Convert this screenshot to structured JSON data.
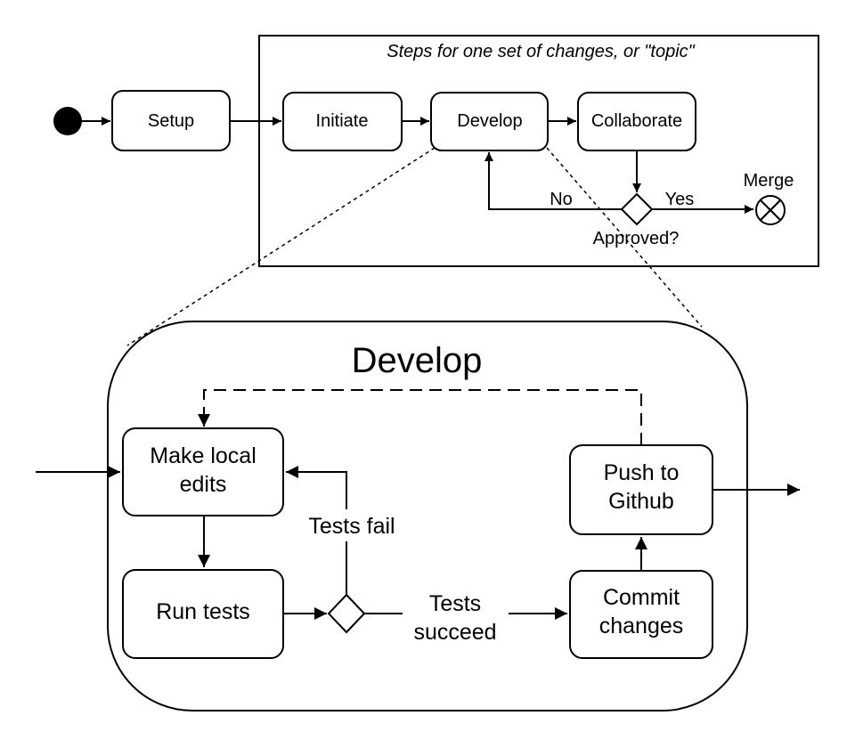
{
  "topic_frame": {
    "caption": "Steps for one set of changes, or \"topic\""
  },
  "top_flow": {
    "setup": "Setup",
    "initiate": "Initiate",
    "develop": "Develop",
    "collaborate": "Collaborate",
    "decision_label": "Approved?",
    "no_label": "No",
    "yes_label": "Yes",
    "merge_label": "Merge"
  },
  "develop_detail": {
    "title": "Develop",
    "make_local_edits": [
      "Make local",
      "edits"
    ],
    "run_tests": "Run tests",
    "commit_changes": [
      "Commit",
      "changes"
    ],
    "push_to_github": [
      "Push to",
      "Github"
    ],
    "tests_fail": "Tests fail",
    "tests_succeed": [
      "Tests",
      "succeed"
    ]
  }
}
